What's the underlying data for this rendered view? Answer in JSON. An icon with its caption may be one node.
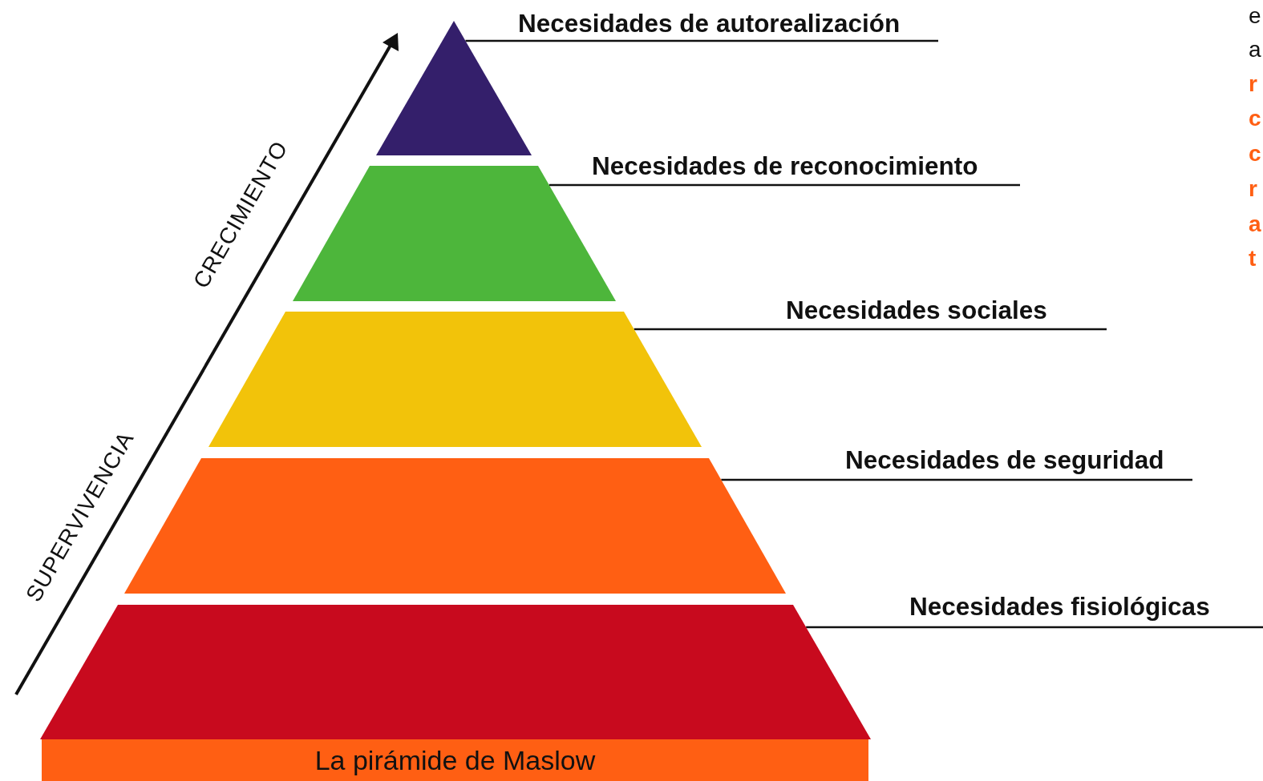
{
  "diagram": {
    "nodes": [
      {
        "text": [],
        "shape": "triangle"
      },
      {
        "text": [],
        "shape": "trapezoid"
      },
      {
        "text": [],
        "shape": "trapezoid"
      },
      {
        "text": [],
        "shape": "trapezoid"
      },
      {
        "text": [],
        "shape": "trapezoid"
      },
      {
        "text": [
          "Necesidades de autorealización"
        ]
      },
      {
        "text": [
          "Necesidades de reconocimiento"
        ]
      },
      {
        "text": [
          "Necesidades sociales"
        ]
      },
      {
        "text": [
          "Necesidades de seguridad"
        ]
      },
      {
        "text": [
          "Necesidades fisiológicas"
        ]
      },
      {
        "text": [
          "La pirámide de Maslow"
        ]
      }
    ],
    "edges": [
      {
        "from": 5,
        "to": 0,
        "arrow": "none"
      },
      {
        "from": 6,
        "to": 1,
        "arrow": "none"
      },
      {
        "from": 7,
        "to": 2,
        "arrow": "none"
      },
      {
        "from": 8,
        "to": 3,
        "arrow": "none"
      },
      {
        "from": 9,
        "to": 4,
        "arrow": "none"
      }
    ],
    "labels": [
      "CRECIMIENTO",
      "SUPERVIVENCIA",
      "e",
      "a",
      "r",
      "c",
      "c",
      "r",
      "a",
      "t"
    ]
  }
}
